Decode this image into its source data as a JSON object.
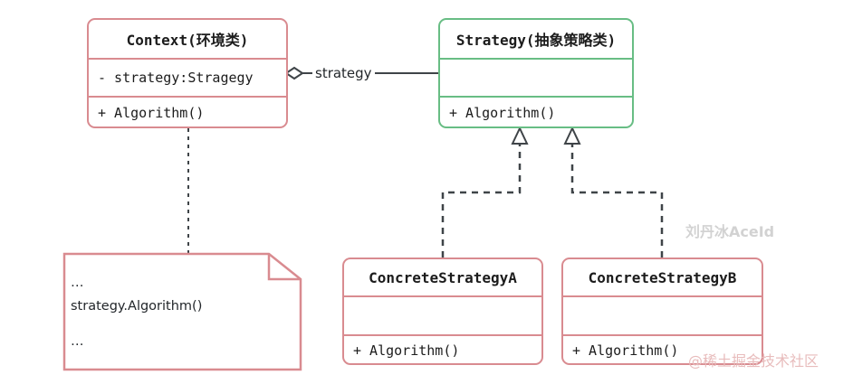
{
  "diagram": {
    "title": "Strategy Pattern UML Class Diagram",
    "colors": {
      "pink": "#d98b90",
      "green": "#68bd84",
      "line": "#3f4448",
      "text": "#1c1c1c"
    },
    "classes": [
      {
        "id": "context",
        "name": "Context(环境类)",
        "attributes": [
          "- strategy:Stragegy"
        ],
        "operations": [
          "+ Algorithm()"
        ],
        "color": "pink"
      },
      {
        "id": "strategy",
        "name": "Strategy(抽象策略类)",
        "attributes": [
          ""
        ],
        "operations": [
          "+ Algorithm()"
        ],
        "color": "green"
      },
      {
        "id": "concrete-a",
        "name": "ConcreteStrategyA",
        "attributes": [
          ""
        ],
        "operations": [
          "+ Algorithm()"
        ],
        "color": "pink"
      },
      {
        "id": "concrete-b",
        "name": "ConcreteStrategyB",
        "attributes": [
          ""
        ],
        "operations": [
          "+ Algorithm()"
        ],
        "color": "pink"
      }
    ],
    "note": {
      "id": "context-note",
      "lines": [
        "…",
        "strategy.Algorithm()",
        "…"
      ],
      "color": "pink"
    },
    "relations": [
      {
        "id": "aggregation",
        "type": "aggregation",
        "from": "context",
        "to": "strategy",
        "label": "strategy"
      },
      {
        "id": "realization-a",
        "type": "realization",
        "from": "concrete-a",
        "to": "strategy",
        "label": ""
      },
      {
        "id": "realization-b",
        "type": "realization",
        "from": "concrete-b",
        "to": "strategy",
        "label": ""
      },
      {
        "id": "note-anchor",
        "type": "note-link",
        "from": "context",
        "to": "context-note",
        "label": ""
      }
    ],
    "watermarks": [
      {
        "id": "author",
        "text": "刘丹冰AceId"
      },
      {
        "id": "community",
        "text": "@稀土掘金技术社区"
      }
    ]
  }
}
